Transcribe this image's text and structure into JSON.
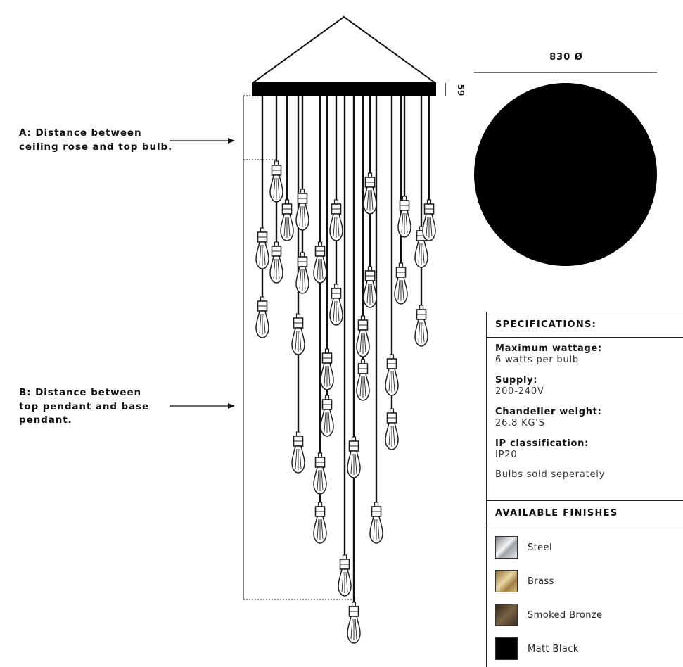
{
  "labels": {
    "a": "A: Distance between\nceiling rose and top bulb.",
    "b": "B: Distance between\ntop pendant and base\npendant."
  },
  "dimensions": {
    "diameter": "830 Ø",
    "height": "59"
  },
  "specifications": {
    "heading": "SPECIFICATIONS:",
    "items": [
      {
        "title": "Maximum wattage:",
        "value": "6 watts per bulb"
      },
      {
        "title": "Supply:",
        "value": "200-240V"
      },
      {
        "title": "Chandelier weight:",
        "value": "26.8 KG'S"
      },
      {
        "title": "IP classification:",
        "value": "IP20"
      }
    ],
    "note": "Bulbs sold seperately"
  },
  "finishes": {
    "heading": "AVAILABLE FINISHES",
    "items": [
      {
        "name": "Steel",
        "color": "#b8bcc0"
      },
      {
        "name": "Brass",
        "color": "#b8975a"
      },
      {
        "name": "Smoked Bronze",
        "color": "#5a4632"
      },
      {
        "name": "Matt Black",
        "color": "#000000"
      }
    ]
  },
  "colors": {
    "ink": "#111111",
    "canopy": "#000000",
    "bulb_outline": "#222222"
  }
}
